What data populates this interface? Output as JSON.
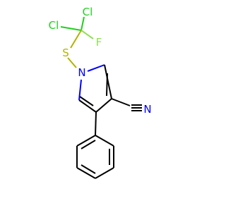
{
  "molecule": {
    "atoms": {
      "cl_top": {
        "label": "Cl",
        "color": "#1fd01f"
      },
      "cl_left": {
        "label": "Cl",
        "color": "#1fd01f"
      },
      "f": {
        "label": "F",
        "color": "#90e050"
      },
      "s": {
        "label": "S",
        "color": "#b2b200"
      },
      "n_ring": {
        "label": "N",
        "color": "#0000ff"
      },
      "n_nitrile": {
        "label": "N",
        "color": "#0000ff"
      }
    }
  }
}
